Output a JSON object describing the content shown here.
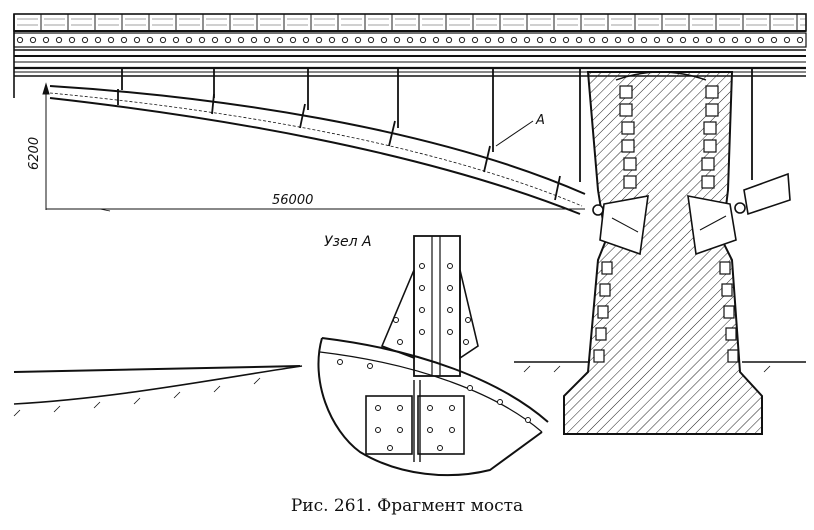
{
  "figure": {
    "caption": "Рис. 261. Фрагмент моста",
    "detail_title": "Узел А",
    "node_label": "А",
    "dimensions": {
      "span": "56000",
      "rise": "6200"
    },
    "line_color": "#111111"
  }
}
